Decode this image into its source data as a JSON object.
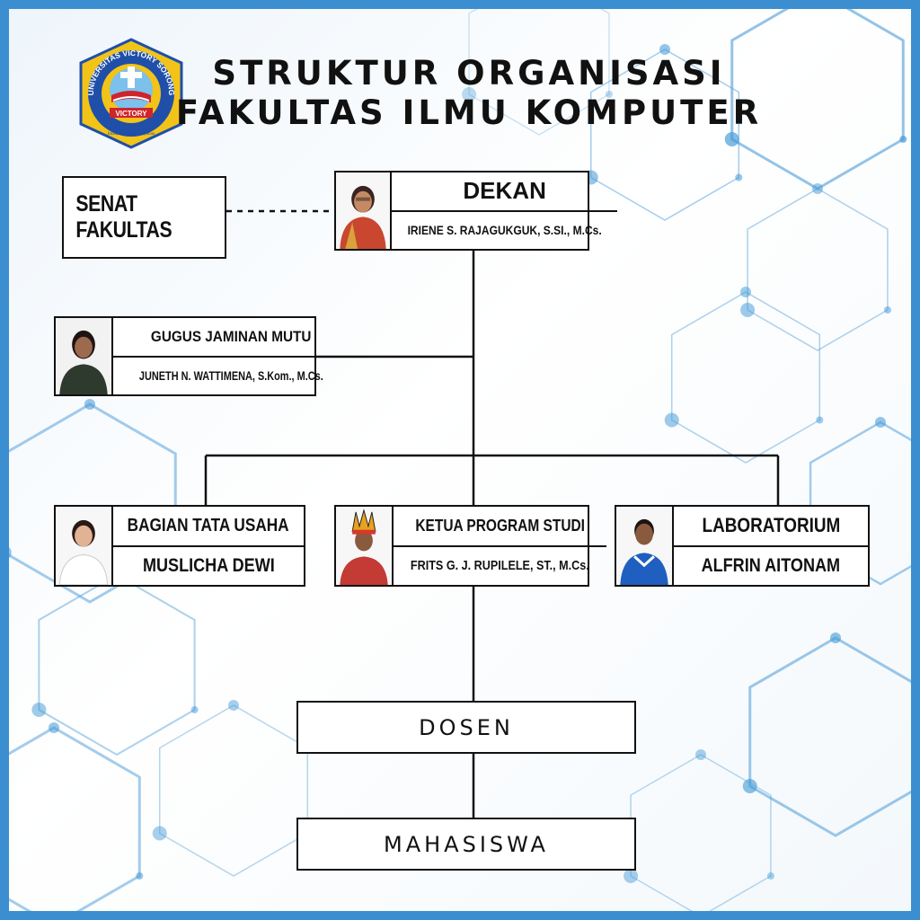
{
  "header": {
    "title_line1": "STRUKTUR ORGANISASI",
    "title_line2": "FAKULTAS ILMU KOMPUTER"
  },
  "logo": {
    "ring_text": "UNIVERSITAS VICTORY SORONG",
    "banner_text": "VICTORY",
    "motto": "Iman, Ilmu dan Pelayanan",
    "colors": {
      "ring": "#1f4fa8",
      "gold": "#f2c318",
      "red": "#d0242c"
    }
  },
  "nodes": {
    "senat": {
      "label": "SENAT FAKULTAS"
    },
    "dekan": {
      "role": "DEKAN",
      "name": "IRIENE S. RAJAGUKGUK, S.SI., M.Cs."
    },
    "gjm": {
      "role": "GUGUS JAMINAN MUTU",
      "name": "JUNETH N. WATTIMENA, S.Kom., M.Cs."
    },
    "tata_usaha": {
      "role": "BAGIAN TATA USAHA",
      "name": "MUSLICHA DEWI"
    },
    "kaprodi": {
      "role": "KETUA PROGRAM STUDI",
      "name": "FRITS G. J. RUPILELE, ST., M.Cs."
    },
    "lab": {
      "role": "LABORATORIUM",
      "name": "ALFRIN AITONAM"
    },
    "dosen": {
      "label": "DOSEN"
    },
    "mahasiswa": {
      "label": "MAHASISWA"
    }
  },
  "colors": {
    "frame": "#3b8fd0",
    "hex_line": "#5aa3da",
    "node_dot": "#3f97d6",
    "connector": "#111111"
  }
}
